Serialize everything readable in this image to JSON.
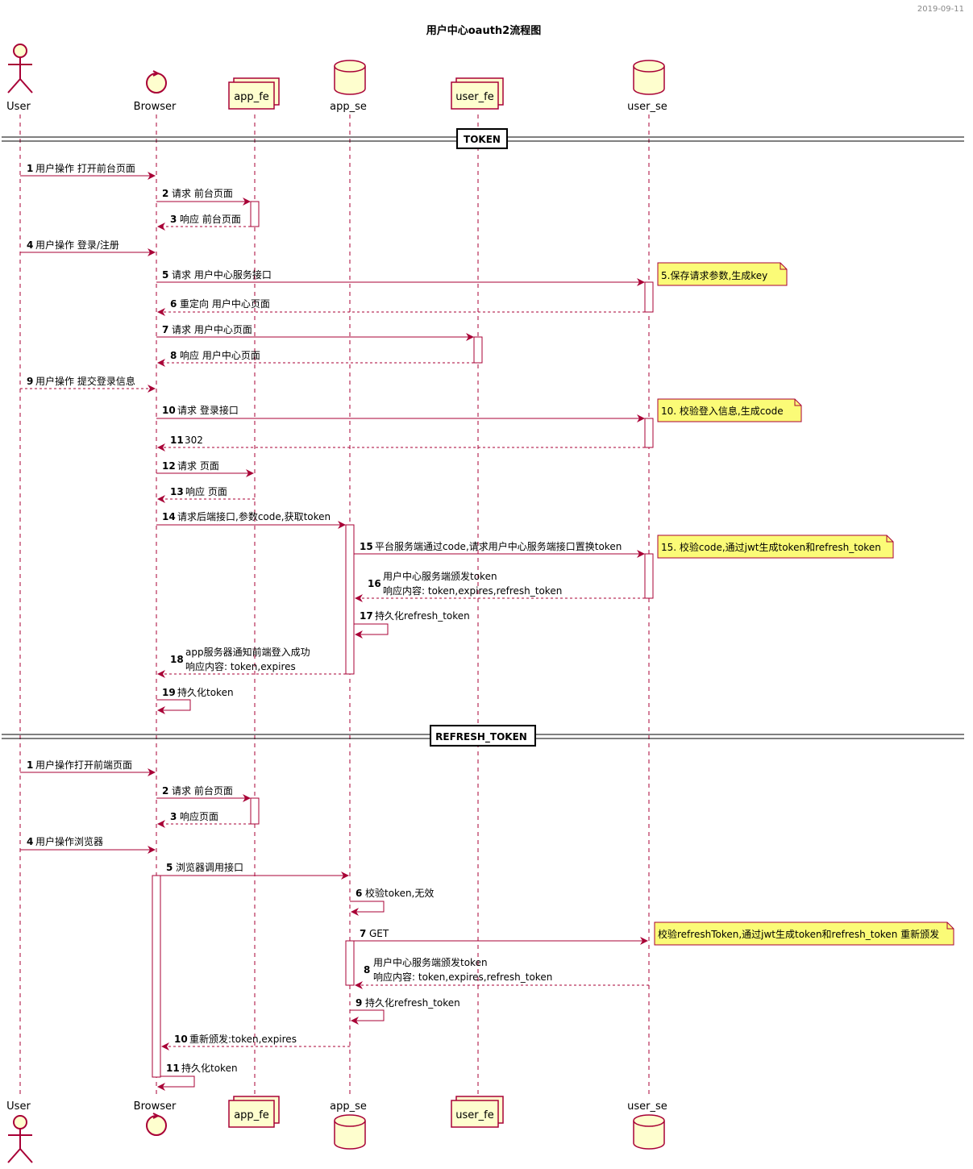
{
  "date": "2019-09-11",
  "title": "用户中心oauth2流程图",
  "participants": [
    "User",
    "Browser",
    "app_fe",
    "app_se",
    "user_fe",
    "user_se"
  ],
  "sections": [
    {
      "label": "TOKEN",
      "messages": [
        {
          "n": "1",
          "lines": [
            "用户操作 打开前台页面"
          ]
        },
        {
          "n": "2",
          "lines": [
            "请求 前台页面"
          ]
        },
        {
          "n": "3",
          "lines": [
            "响应 前台页面"
          ]
        },
        {
          "n": "4",
          "lines": [
            "用户操作 登录/注册"
          ]
        },
        {
          "n": "5",
          "lines": [
            "请求 用户中心服务接口"
          ]
        },
        {
          "n": "6",
          "lines": [
            "重定向 用户中心页面"
          ]
        },
        {
          "n": "7",
          "lines": [
            "请求 用户中心页面"
          ]
        },
        {
          "n": "8",
          "lines": [
            "响应 用户中心页面"
          ]
        },
        {
          "n": "9",
          "lines": [
            "用户操作 提交登录信息"
          ]
        },
        {
          "n": "10",
          "lines": [
            "请求 登录接口"
          ]
        },
        {
          "n": "11",
          "lines": [
            "302"
          ]
        },
        {
          "n": "12",
          "lines": [
            "请求 页面"
          ]
        },
        {
          "n": "13",
          "lines": [
            "响应 页面"
          ]
        },
        {
          "n": "14",
          "lines": [
            "请求后端接口,参数code,获取token"
          ]
        },
        {
          "n": "15",
          "lines": [
            "平台服务端通过code,请求用户中心服务端接口置换token"
          ]
        },
        {
          "n": "16",
          "lines": [
            "用户中心服务端颁发token",
            "响应内容: token,expires,refresh_token"
          ]
        },
        {
          "n": "17",
          "lines": [
            "持久化refresh_token"
          ]
        },
        {
          "n": "18",
          "lines": [
            "app服务器通知前端登入成功",
            "响应内容: token,expires"
          ]
        },
        {
          "n": "19",
          "lines": [
            "持久化token"
          ]
        }
      ],
      "notes": [
        "5.保存请求参数,生成key",
        "10. 校验登入信息,生成code",
        "15. 校验code,通过jwt生成token和refresh_token"
      ]
    },
    {
      "label": "REFRESH_TOKEN",
      "messages": [
        {
          "n": "1",
          "lines": [
            "用户操作打开前端页面"
          ]
        },
        {
          "n": "2",
          "lines": [
            "请求 前台页面"
          ]
        },
        {
          "n": "3",
          "lines": [
            "响应页面"
          ]
        },
        {
          "n": "4",
          "lines": [
            "用户操作浏览器"
          ]
        },
        {
          "n": "5",
          "lines": [
            "浏览器调用接口"
          ]
        },
        {
          "n": "6",
          "lines": [
            "校验token,无效"
          ]
        },
        {
          "n": "7",
          "lines": [
            "GET"
          ]
        },
        {
          "n": "8",
          "lines": [
            "用户中心服务端颁发token",
            "响应内容: token,expires,refresh_token"
          ]
        },
        {
          "n": "9",
          "lines": [
            "持久化refresh_token"
          ]
        },
        {
          "n": "10",
          "lines": [
            "重新颁发:token,expires"
          ]
        },
        {
          "n": "11",
          "lines": [
            "持久化token"
          ]
        }
      ],
      "notes": [
        "校验refreshToken,通过jwt生成token和refresh_token 重新颁发"
      ]
    }
  ],
  "colors": {
    "arrow": "#A80036",
    "note_fill": "#FBFB77",
    "participant_fill": "#FEFECE"
  }
}
